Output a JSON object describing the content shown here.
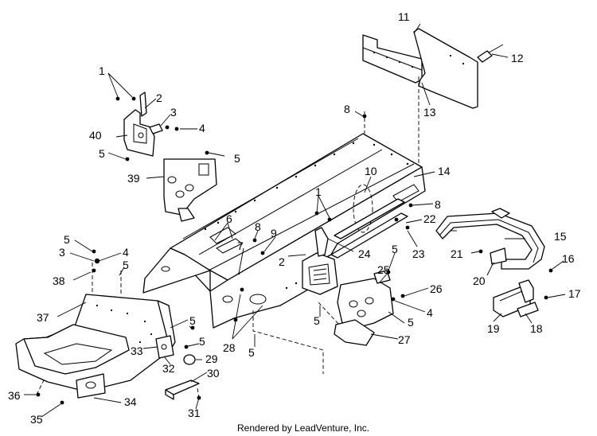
{
  "callouts": {
    "c1": "1",
    "c2": "2",
    "c3": "3",
    "c4": "4",
    "c5": "5",
    "c6": "6",
    "c7": "7",
    "c8": "8",
    "c9": "9",
    "c10": "10",
    "c11": "11",
    "c12": "12",
    "c13": "13",
    "c14": "14",
    "c15": "15",
    "c16": "16",
    "c17": "17",
    "c18": "18",
    "c19": "19",
    "c20": "20",
    "c21": "21",
    "c22": "22",
    "c23": "23",
    "c24": "24",
    "c25": "25",
    "c26": "26",
    "c27": "27",
    "c28": "28",
    "c29": "29",
    "c30": "30",
    "c31": "31",
    "c32": "32",
    "c33": "33",
    "c34": "34",
    "c35": "35",
    "c36": "36",
    "c37": "37",
    "c38": "38",
    "c39": "39",
    "c40": "40"
  },
  "footer": {
    "credit": "Rendered by LeadVenture, Inc."
  },
  "watermark_icon": "leadventure-logo-icon"
}
